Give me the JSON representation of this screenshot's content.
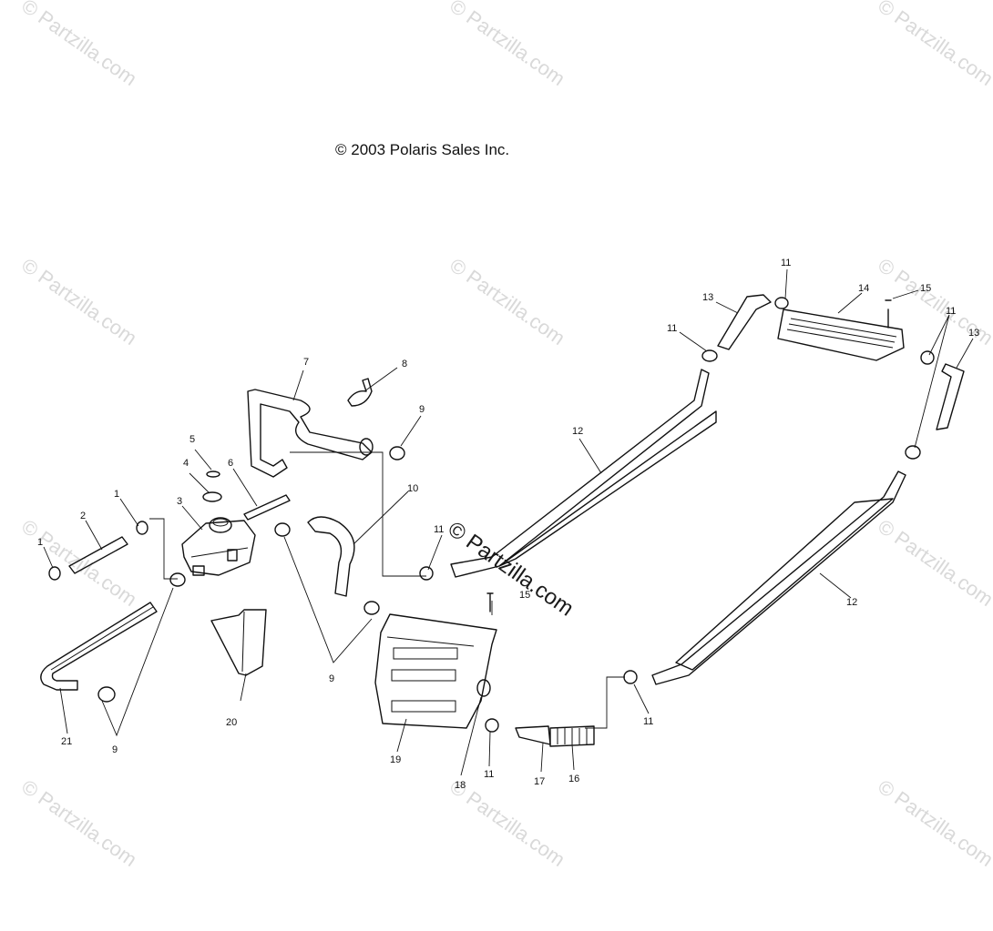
{
  "copyright": "© 2003 Polaris Sales Inc.",
  "watermark": "© Partzilla.com",
  "callouts": {
    "c1a": "1",
    "c1b": "1",
    "c2": "2",
    "c3": "3",
    "c4": "4",
    "c5": "5",
    "c6": "6",
    "c7": "7",
    "c8": "8",
    "c9a": "9",
    "c9b": "9",
    "c9c": "9",
    "c10": "10",
    "c11a": "11",
    "c11b": "11",
    "c11c": "11",
    "c11d": "11",
    "c11e": "11",
    "c11f": "11",
    "c12a": "12",
    "c12b": "12",
    "c13a": "13",
    "c13b": "13",
    "c14": "14",
    "c15a": "15",
    "c15b": "15",
    "c16": "16",
    "c17": "17",
    "c18": "18",
    "c19": "19",
    "c20": "20",
    "c21": "21"
  },
  "colors": {
    "ink": "#111111",
    "watermark": "#d9d9d9",
    "background": "#ffffff"
  }
}
